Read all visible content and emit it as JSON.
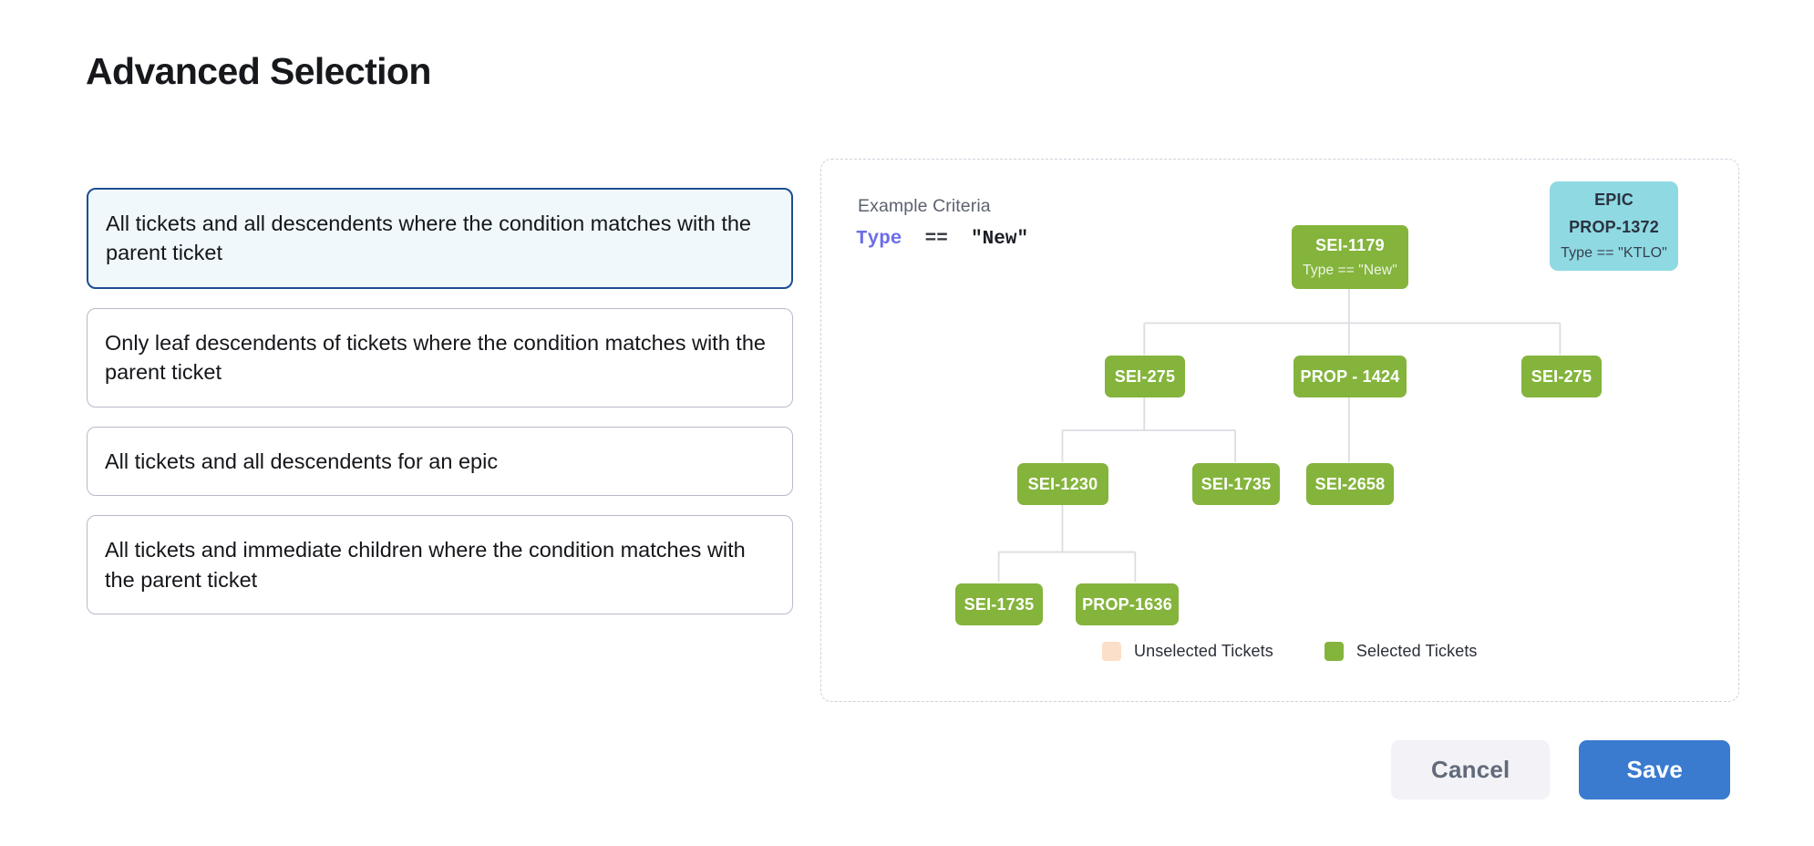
{
  "page_title": "Advanced Selection",
  "options": [
    {
      "label": "All tickets and all descendents where the condition matches with the parent ticket",
      "selected": true
    },
    {
      "label": "Only leaf descendents of tickets where the condition matches with the parent ticket",
      "selected": false
    },
    {
      "label": "All tickets and all descendents for an epic",
      "selected": false
    },
    {
      "label": "All tickets and immediate children where the condition matches with the parent ticket",
      "selected": false
    }
  ],
  "diagram": {
    "criteria_label": "Example Criteria",
    "criteria_keyword": "Type",
    "criteria_operator": "==",
    "criteria_value": "\"New\"",
    "epic": {
      "kind_label": "EPIC",
      "ticket": "PROP-1372",
      "condition": "Type == \"KTLO\""
    },
    "nodes": [
      {
        "id": "SEI-1179",
        "label": "SEI-1179",
        "sub": "Type == \"New\""
      },
      {
        "id": "SEI-275-a",
        "label": "SEI-275",
        "sub": ""
      },
      {
        "id": "PROP-1424",
        "label": "PROP - 1424",
        "sub": ""
      },
      {
        "id": "SEI-275-b",
        "label": "SEI-275",
        "sub": ""
      },
      {
        "id": "SEI-1230",
        "label": "SEI-1230",
        "sub": ""
      },
      {
        "id": "SEI-1735-a",
        "label": "SEI-1735",
        "sub": ""
      },
      {
        "id": "SEI-2658",
        "label": "SEI-2658",
        "sub": ""
      },
      {
        "id": "SEI-1735-b",
        "label": "SEI-1735",
        "sub": ""
      },
      {
        "id": "PROP-1636",
        "label": "PROP-1636",
        "sub": ""
      }
    ],
    "legend": [
      {
        "label": "Unselected Tickets",
        "color": "#FBDFC8"
      },
      {
        "label": "Selected Tickets",
        "color": "#84B43C"
      }
    ]
  },
  "footer": {
    "cancel_label": "Cancel",
    "save_label": "Save"
  },
  "colors": {
    "selected_node": "#84B43C",
    "epic_node": "#8FD9E3",
    "unselected_node": "#FBDFC8",
    "selected_card_border": "#1C4E8F",
    "selected_card_fill": "#F0F8FB",
    "save_button": "#3A7BD0",
    "cancel_button": "#F2F2F7",
    "connector_line": "#DCDCE2"
  }
}
